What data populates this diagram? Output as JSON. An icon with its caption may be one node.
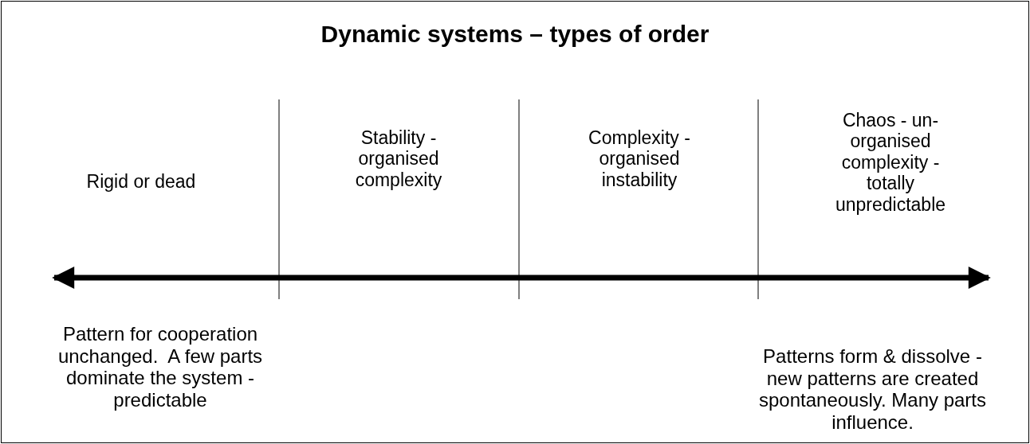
{
  "diagram": {
    "title": "Dynamic systems – types of order",
    "labels": [
      "Rigid or dead",
      "Stability - organised complexity",
      "Complexity - organised instability",
      "Chaos - un-organised complexity - totally unpredictable",
      "Pattern for cooperation unchanged.  A few parts dominate the system - predictable",
      "Patterns form & dissolve - new patterns are created spontaneously. Many parts influence."
    ]
  }
}
